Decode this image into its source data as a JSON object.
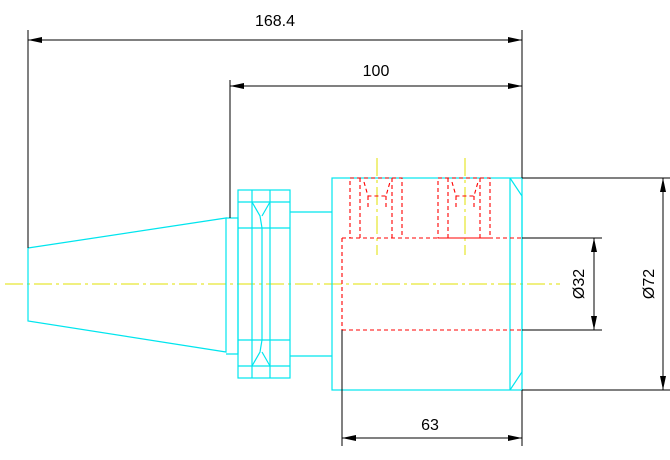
{
  "dimensions": {
    "overall_length": "168.4",
    "body_length": "100",
    "bore_depth": "63",
    "bore_diameter": "Ø32",
    "outer_diameter": "Ø72"
  },
  "colors": {
    "outline": "#00e5ee",
    "hidden": "#ff0000",
    "centerline": "#e0e000",
    "dimension": "#000000"
  }
}
